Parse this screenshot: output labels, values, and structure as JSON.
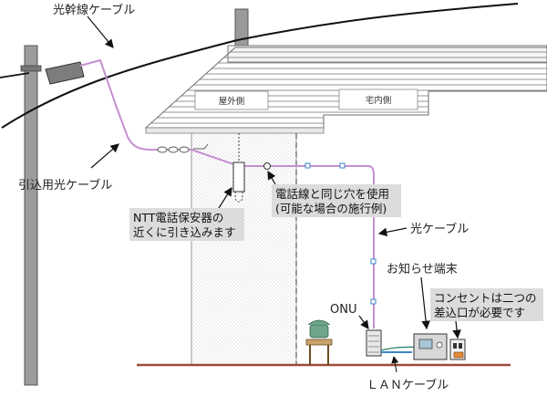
{
  "labels": {
    "trunk_cable": "光幹線ケーブル",
    "drop_cable": "引込用光ケーブル",
    "optical_cable": "光ケーブル",
    "notice_terminal": "お知らせ端末",
    "onu": "ONU",
    "lan_cable": "ＬＡＮケーブル"
  },
  "rooms": {
    "outdoor": "屋外側",
    "indoor": "宅内側"
  },
  "callouts": {
    "ntt": {
      "line1": "NTT電話保安器の",
      "line2": "近くに引き込みます"
    },
    "hole": {
      "line1": "電話線と同じ穴を使用",
      "line2": "(可能な場合の施行例)"
    },
    "outlet": {
      "line1": "コンセントは二つの",
      "line2": "差込口が必要です"
    }
  },
  "colors": {
    "fiber": "#c58fd0",
    "callout_bg": "#dcdcdc",
    "ground": "#9b4a3a",
    "roof_line": "#6f6f6f",
    "wall_dots": "#bdbdbd",
    "lan": "#3d86c6"
  }
}
